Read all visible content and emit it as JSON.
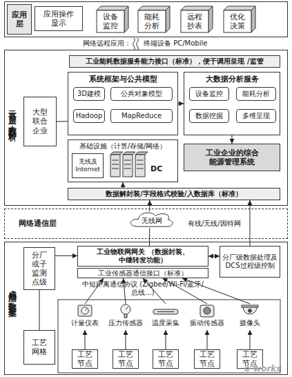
{
  "diagram": {
    "nodes": [
      {
        "text": [
          "应用层"
        ]
      },
      {
        "text": [
          "应用操作显示"
        ],
        "in": 0
      },
      {
        "text": [
          "设备监控"
        ],
        "in": 0
      },
      {
        "text": [
          "能耗分析"
        ],
        "in": 0
      },
      {
        "text": [
          "远程抄表"
        ],
        "in": 0
      },
      {
        "text": [
          "优化决策"
        ],
        "in": 0
      },
      {
        "text": [
          "云平台层·大数据分析"
        ]
      },
      {
        "text": [
          "工业能耗数据服务能力接口（标准），便于调用呈现 /监管"
        ],
        "in": 6
      },
      {
        "text": [
          "大型联合企业"
        ],
        "in": 6
      },
      {
        "text": [
          "系统框架与公共模型"
        ],
        "in": 6
      },
      {
        "text": [
          "3D建模"
        ],
        "in": 9
      },
      {
        "text": [
          "公共对象模型"
        ],
        "in": 9
      },
      {
        "text": [
          "Hadoop"
        ],
        "in": 9
      },
      {
        "text": [
          "MapReduce"
        ],
        "in": 9
      },
      {
        "text": [
          "大数据分析服务"
        ],
        "in": 6
      },
      {
        "text": [
          "设备监控"
        ],
        "in": 14
      },
      {
        "text": [
          "能耗分析"
        ],
        "in": 14
      },
      {
        "text": [
          "数据挖掘"
        ],
        "in": 14
      },
      {
        "text": [
          "多维呈现"
        ],
        "in": 14
      },
      {
        "text": [
          "基础设施（计算/存储/网络）"
        ],
        "in": 6
      },
      {
        "text": [
          "无线及 Internet"
        ],
        "in": 19
      },
      {
        "text": [
          "工业企业的综合能源管理系统"
        ],
        "in": 6
      },
      {
        "text": [
          "数据解封装/字段格式校验/入数据库（标准）"
        ],
        "in": 6
      },
      {
        "text": [
          "网络通信层"
        ]
      },
      {
        "text": [
          "无线网"
        ],
        "in": 23
      },
      {
        "text": [
          "感知层·数据采集"
        ]
      },
      {
        "text": [
          "分厂或子监测点级"
        ],
        "in": 25
      },
      {
        "text": [
          "工业物联网网关 （数据封装、中继转发功能）"
        ],
        "in": 25
      },
      {
        "text": [
          "工业传感器通信接口（标准）"
        ],
        "in": 25
      },
      {
        "text": [
          "分厂级数据处理及DCS过程级控制"
        ],
        "in": 25
      },
      {
        "text": [
          "工艺网格"
        ],
        "in": 25
      },
      {
        "text": [
          "计量仪表"
        ],
        "in": 25
      },
      {
        "text": [
          "压力传感器"
        ],
        "in": 25
      },
      {
        "text": [
          "温度采集"
        ],
        "in": 25
      },
      {
        "text": [
          "振动传感器"
        ],
        "in": 25
      },
      {
        "text": [
          "摄像头"
        ],
        "in": 25
      },
      {
        "text": [
          "工艺节点"
        ],
        "in": 25
      },
      {
        "text": [
          "工艺节点"
        ],
        "in": 25
      },
      {
        "text": [
          "工艺节点"
        ],
        "in": 25
      },
      {
        "text": [
          "工艺节点"
        ],
        "in": 25
      },
      {
        "text": [
          "工艺节点"
        ],
        "in": 25
      }
    ],
    "edges": [
      {
        "from": 8,
        "to": 9,
        "arrow": "none"
      },
      {
        "from": 9,
        "to": 14,
        "arrow": "to"
      },
      {
        "from": 14,
        "to": 21,
        "arrow": "to"
      },
      {
        "from": 22,
        "to": 19,
        "arrow": "to"
      },
      {
        "from": 29,
        "to": 22,
        "arrow": "to"
      },
      {
        "from": 27,
        "to": 24,
        "arrow": "none"
      },
      {
        "from": 24,
        "to": 22,
        "arrow": "to"
      },
      {
        "from": 27,
        "to": 29,
        "arrow": "both"
      },
      {
        "from": 26,
        "to": 27,
        "arrow": "to"
      },
      {
        "from": 30,
        "to": 26,
        "arrow": "none"
      },
      {
        "from": 31,
        "to": 28,
        "arrow": "to"
      },
      {
        "from": 32,
        "to": 28,
        "arrow": "to"
      },
      {
        "from": 33,
        "to": 28,
        "arrow": "to"
      },
      {
        "from": 34,
        "to": 28,
        "arrow": "to"
      },
      {
        "from": 35,
        "to": 28,
        "arrow": "to"
      },
      {
        "from": 36,
        "to": 31,
        "arrow": "to"
      },
      {
        "from": 37,
        "to": 32,
        "arrow": "to"
      },
      {
        "from": 38,
        "to": 33,
        "arrow": "to"
      },
      {
        "from": 39,
        "to": 34,
        "arrow": "to"
      },
      {
        "from": 40,
        "to": 35,
        "arrow": "to"
      }
    ],
    "labels": [
      "网络远程应用：",
      "终端设备 PC/Mobile",
      "DC",
      "有线/无线/因特网",
      "中短距离通信协议 (Zigbee/Wi-Fi/蓝牙/总线...)",
      "e-works"
    ]
  }
}
